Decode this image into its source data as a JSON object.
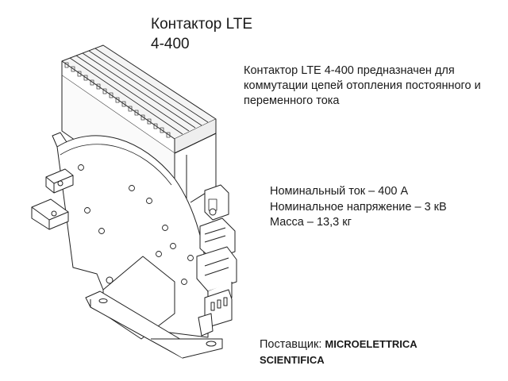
{
  "title_line1": "Контактор LTE",
  "title_line2": "4-400",
  "description": "Контактор LTE 4-400 предназначен для коммутации цепей отопления постоянного и переменного тока",
  "specs": {
    "rated_current": "Номинальный ток – 400 А",
    "rated_voltage": "Номинальное напряжение – 3 кВ",
    "mass": "Масса – 13,3 кг"
  },
  "supplier": {
    "label": "Поставщик: ",
    "name_line1": "MICROELETTRICA",
    "name_line2": "SCIENTIFICA"
  },
  "image": {
    "icon": "contactor-drawing",
    "color": "#222222"
  }
}
